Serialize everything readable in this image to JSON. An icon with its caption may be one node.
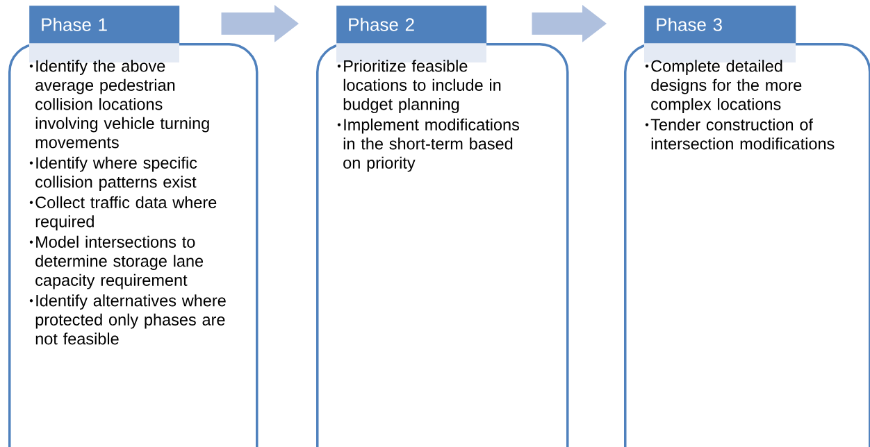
{
  "diagram": {
    "nodes": [
      {
        "text": [
          "Phase 1",
          "Identify the above average pedestrian collision locations involving vehicle turning movements",
          "Identify where specific collision patterns exist",
          "Collect traffic data where required",
          "Model intersections to determine storage lane capacity requirement",
          "Identify alternatives where protected only phases are not feasible"
        ]
      },
      {
        "text": [
          "Phase 2",
          "Prioritize feasible locations to include in budget planning",
          "Implement modifications in the short-term based on priority"
        ]
      },
      {
        "text": [
          "Phase 3",
          "Complete detailed designs for the more complex locations",
          "Tender construction of intersection modifications"
        ]
      }
    ],
    "edges": [
      {
        "from": 0,
        "to": 1,
        "arrow": "to"
      },
      {
        "from": 1,
        "to": 2,
        "arrow": "to"
      }
    ]
  }
}
